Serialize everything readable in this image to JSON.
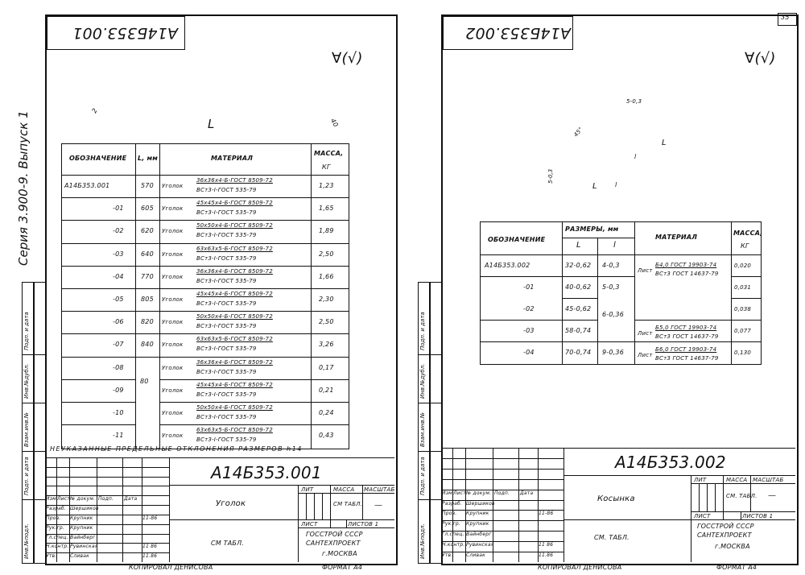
{
  "page_number": "35",
  "left_sheet": {
    "series_vertical": "Серия 3.900-9. Выпуск 1",
    "top_code": "А14Б353.001",
    "roughness": "∀(√)",
    "drawing": {
      "dim_L": "L",
      "dim_a": "2",
      "dim_b": "40"
    },
    "table": {
      "headers": {
        "designation": "ОБОЗНАЧЕНИЕ",
        "length": "L, мм",
        "material": "МАТЕРИАЛ",
        "mass": "МАССА,",
        "mass_unit": "КГ"
      },
      "rows": [
        {
          "designation": "А14Б353.001",
          "length": "570",
          "mat_type": "Уголок",
          "mat_line1": "36х36х4-Б-ГОСТ 8509-72",
          "mat_line2": "ВСт3-I-ГОСТ 535-79",
          "mass": "1,23"
        },
        {
          "designation": "-01",
          "length": "605",
          "mat_type": "Уголок",
          "mat_line1": "45х45х4-Б-ГОСТ 8509-72",
          "mat_line2": "ВСт3-I-ГОСТ 535-79",
          "mass": "1,65"
        },
        {
          "designation": "-02",
          "length": "620",
          "mat_type": "Уголок",
          "mat_line1": "50х50х4-Б-ГОСТ 8509-72",
          "mat_line2": "ВСт3-I-ГОСТ 535-79",
          "mass": "1,89"
        },
        {
          "designation": "-03",
          "length": "640",
          "mat_type": "Уголок",
          "mat_line1": "63х63х5-Б-ГОСТ 8509-72",
          "mat_line2": "ВСт3-I-ГОСТ 535-79",
          "mass": "2,50"
        },
        {
          "designation": "-04",
          "length": "770",
          "mat_type": "Уголок",
          "mat_line1": "36х36х4-Б-ГОСТ 8509-72",
          "mat_line2": "ВСт3-I-ГОСТ 535-79",
          "mass": "1,66"
        },
        {
          "designation": "-05",
          "length": "805",
          "mat_type": "Уголок",
          "mat_line1": "45х45х4-Б-ГОСТ 8509-72",
          "mat_line2": "ВСт3-I-ГОСТ 535-79",
          "mass": "2,30"
        },
        {
          "designation": "-06",
          "length": "820",
          "mat_type": "Уголок",
          "mat_line1": "50х50х4-Б-ГОСТ 8509-72",
          "mat_line2": "ВСт3-I-ГОСТ 535-79",
          "mass": "2,50"
        },
        {
          "designation": "-07",
          "length": "840",
          "mat_type": "Уголок",
          "mat_line1": "63х63х5-Б-ГОСТ 8509-72",
          "mat_line2": "ВСт3-I-ГОСТ 535-79",
          "mass": "3,26"
        },
        {
          "designation": "-08",
          "length": "",
          "mat_type": "Уголок",
          "mat_line1": "36х36х4-Б-ГОСТ 8509-72",
          "mat_line2": "ВСт3-I-ГОСТ 535-79",
          "mass": "0,17"
        },
        {
          "designation": "-09",
          "length": "80",
          "mat_type": "Уголок",
          "mat_line1": "45х45х4-Б-ГОСТ 8509-72",
          "mat_line2": "ВСт3-I-ГОСТ 535-79",
          "mass": "0,21"
        },
        {
          "designation": "-10",
          "length": "",
          "mat_type": "Уголок",
          "mat_line1": "50х50х4-Б-ГОСТ 8509-72",
          "mat_line2": "ВСт3-I-ГОСТ 535-79",
          "mass": "0,24"
        },
        {
          "designation": "-11",
          "length": "",
          "mat_type": "Уголок",
          "mat_line1": "63х63х5-Б-ГОСТ 8509-72",
          "mat_line2": "ВСт3-I-ГОСТ 535-79",
          "mass": "0,43"
        }
      ]
    },
    "tolerance_note": "НЕУКАЗАННЫЕ ПРЕДЕЛЬНЫЕ ОТКЛОНЕНИЯ РАЗМЕРОВ h14",
    "side_labels": [
      "Инв.№подл.",
      "Подп. и дата",
      "Взам.инв.№",
      "Инв.№дубл.",
      "Подп. и дата"
    ],
    "title_block": {
      "code": "А14Б353.001",
      "name": "Уголок",
      "material": "СМ ТАБЛ.",
      "lit_hdr": "ЛИТ",
      "mass_hdr": "МАССА",
      "scale_hdr": "МАСШТАБ",
      "mass_val": "СМ ТАБЛ.",
      "scale_val": "—",
      "sheet": "ЛИСТ",
      "sheets": "ЛИСТОВ 1",
      "org1": "ГОССТРОЙ СССР",
      "org2": "САНТЕХПРОЕКТ",
      "city": "г.МОСКВА",
      "copied": "КОПИРОВАЛ ДЕНИСОВА",
      "format": "ФОРМАТ А4",
      "hdr": [
        "Изм.",
        "Лист",
        "№ докум.",
        "Подп.",
        "Дата"
      ],
      "roles": [
        {
          "role": "Разраб.",
          "name": "Шершиков",
          "date": ""
        },
        {
          "role": "Пров.",
          "name": "Крупник",
          "date": "11-86"
        },
        {
          "role": "Рук.гр.",
          "name": "Крупник",
          "date": ""
        },
        {
          "role": "Гл.спец.",
          "name": "Вайнберг",
          "date": ""
        },
        {
          "role": "Н.контр.",
          "name": "Рувинская",
          "date": "11 86"
        },
        {
          "role": "Утв.",
          "name": "Сливак",
          "date": "11.86"
        }
      ]
    }
  },
  "right_sheet": {
    "top_code": "А14Б353.002",
    "roughness": "∀(√)",
    "drawing": {
      "dim_top": "5-0,3",
      "dim_side_left": "5-0,3",
      "dim_angle": "45°",
      "dim_L_bottom": "L",
      "dim_L_right": "L",
      "dim_l_right": "l",
      "dim_l_bottom": "l"
    },
    "table": {
      "headers": {
        "designation": "ОБОЗНАЧЕНИЕ",
        "sizes": "РАЗМЕРЫ, мм",
        "L": "L",
        "l": "l",
        "material": "МАТЕРИАЛ",
        "mass": "МАССА,",
        "mass_unit": "КГ"
      },
      "rows": [
        {
          "designation": "А14Б353.002",
          "L": "32-0,62",
          "l": "4-0,3",
          "mass": "0,020"
        },
        {
          "designation": "-01",
          "L": "40-0,62",
          "l": "5-0,3",
          "mass": "0,031"
        },
        {
          "designation": "-02",
          "L": "45-0,62",
          "l": "6-0,36",
          "mass": "0,038"
        },
        {
          "designation": "-03",
          "L": "58-0,74",
          "l": "",
          "mass": "0,077"
        },
        {
          "designation": "-04",
          "L": "70-0,74",
          "l": "9-0,36",
          "mass": "0,130"
        }
      ],
      "materials": [
        {
          "type": "Лист",
          "line1": "Б4,0 ГОСТ 19903-74",
          "line2": "ВСт3 ГОСТ 14637-79"
        },
        {
          "type": "Лист",
          "line1": "Б5,0 ГОСТ 19903-74",
          "line2": "ВСт3 ГОСТ 14637-79"
        },
        {
          "type": "Лист",
          "line1": "Б6,0 ГОСТ 19903-74",
          "line2": "ВСт3 ГОСТ 14637-79"
        }
      ]
    },
    "side_labels": [
      "Инв.№подл.",
      "Подп. и дата",
      "Взам.инв.№",
      "Инв.№дубл.",
      "Подп. и дата"
    ],
    "title_block": {
      "code": "А14Б353.002",
      "name": "Косынка",
      "material": "СМ. ТАБЛ.",
      "lit_hdr": "ЛИТ",
      "mass_hdr": "МАССА",
      "scale_hdr": "МАСШТАБ",
      "mass_val": "СМ. ТАБЛ.",
      "scale_val": "—",
      "sheet": "ЛИСТ",
      "sheets": "ЛИСТОВ 1",
      "org1": "ГОССТРОЙ СССР",
      "org2": "САНТЕХПРОЕКТ",
      "city": "г.МОСКВА",
      "copied": "КОПИРОВАЛ ДЕНИСОВА",
      "format": "ФОРМАТ А4",
      "hdr": [
        "Изм.",
        "Лист",
        "№ докум.",
        "Подп.",
        "Дата"
      ],
      "roles": [
        {
          "role": "Разраб.",
          "name": "Шершиков",
          "date": ""
        },
        {
          "role": "Пров.",
          "name": "Крупник",
          "date": "11-86"
        },
        {
          "role": "Рук.гр.",
          "name": "Крупник",
          "date": ""
        },
        {
          "role": "Гл.спец.",
          "name": "Вайнберг",
          "date": ""
        },
        {
          "role": "Н.контр.",
          "name": "Рувинская",
          "date": "11 86"
        },
        {
          "role": "Утв.",
          "name": "Сливак",
          "date": "11.86"
        }
      ]
    }
  }
}
